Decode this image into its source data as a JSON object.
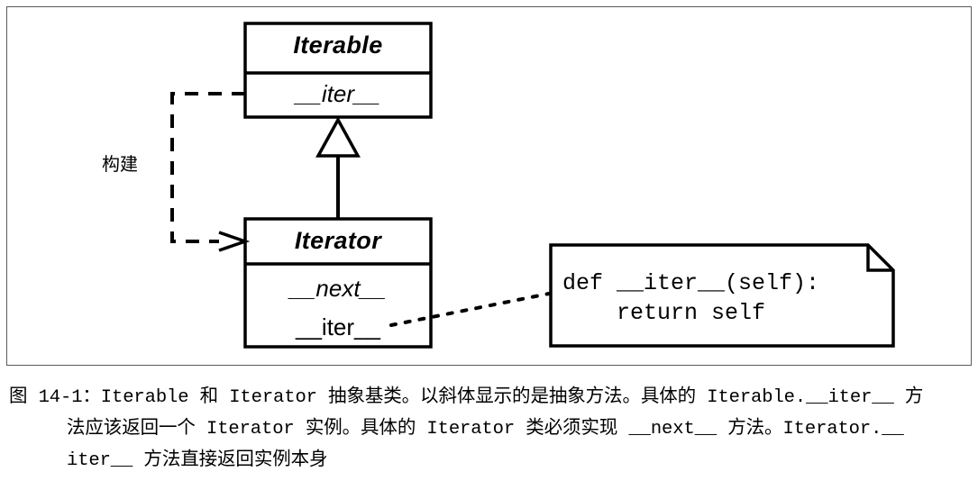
{
  "figure": {
    "caption_lines": [
      "图 14-1：Iterable 和 Iterator 抽象基类。以斜体显示的是抽象方法。具体的 Iterable.__iter__ 方",
      "法应该返回一个 Iterator 实例。具体的 Iterator 类必须实现 __next__ 方法。Iterator.__",
      "iter__ 方法直接返回实例本身"
    ],
    "caption_label": "图 14-1：",
    "frame_color": "#5b5b5b"
  },
  "diagram": {
    "type": "uml-class-diagram",
    "classes": [
      {
        "id": "iterable",
        "name": "Iterable",
        "abstract": true,
        "members": [
          {
            "label": "__iter__",
            "abstract": true
          }
        ]
      },
      {
        "id": "iterator",
        "name": "Iterator",
        "abstract": true,
        "members": [
          {
            "label": "__next__",
            "abstract": true
          },
          {
            "label": "__iter__",
            "abstract": false
          }
        ]
      }
    ],
    "relations": [
      {
        "id": "generalization",
        "kind": "generalization",
        "from": "iterator",
        "to": "iterable",
        "label": ""
      },
      {
        "id": "dependency",
        "kind": "dependency",
        "from": "iterable",
        "to": "iterator",
        "label": "构建"
      },
      {
        "id": "note-anchor",
        "kind": "note-link",
        "from": "iterator",
        "to": "note",
        "label": ""
      }
    ],
    "note": {
      "id": "note",
      "lines": [
        "def __iter__(self):",
        "    return self"
      ],
      "text": "def __iter__(self):\n    return self"
    }
  }
}
